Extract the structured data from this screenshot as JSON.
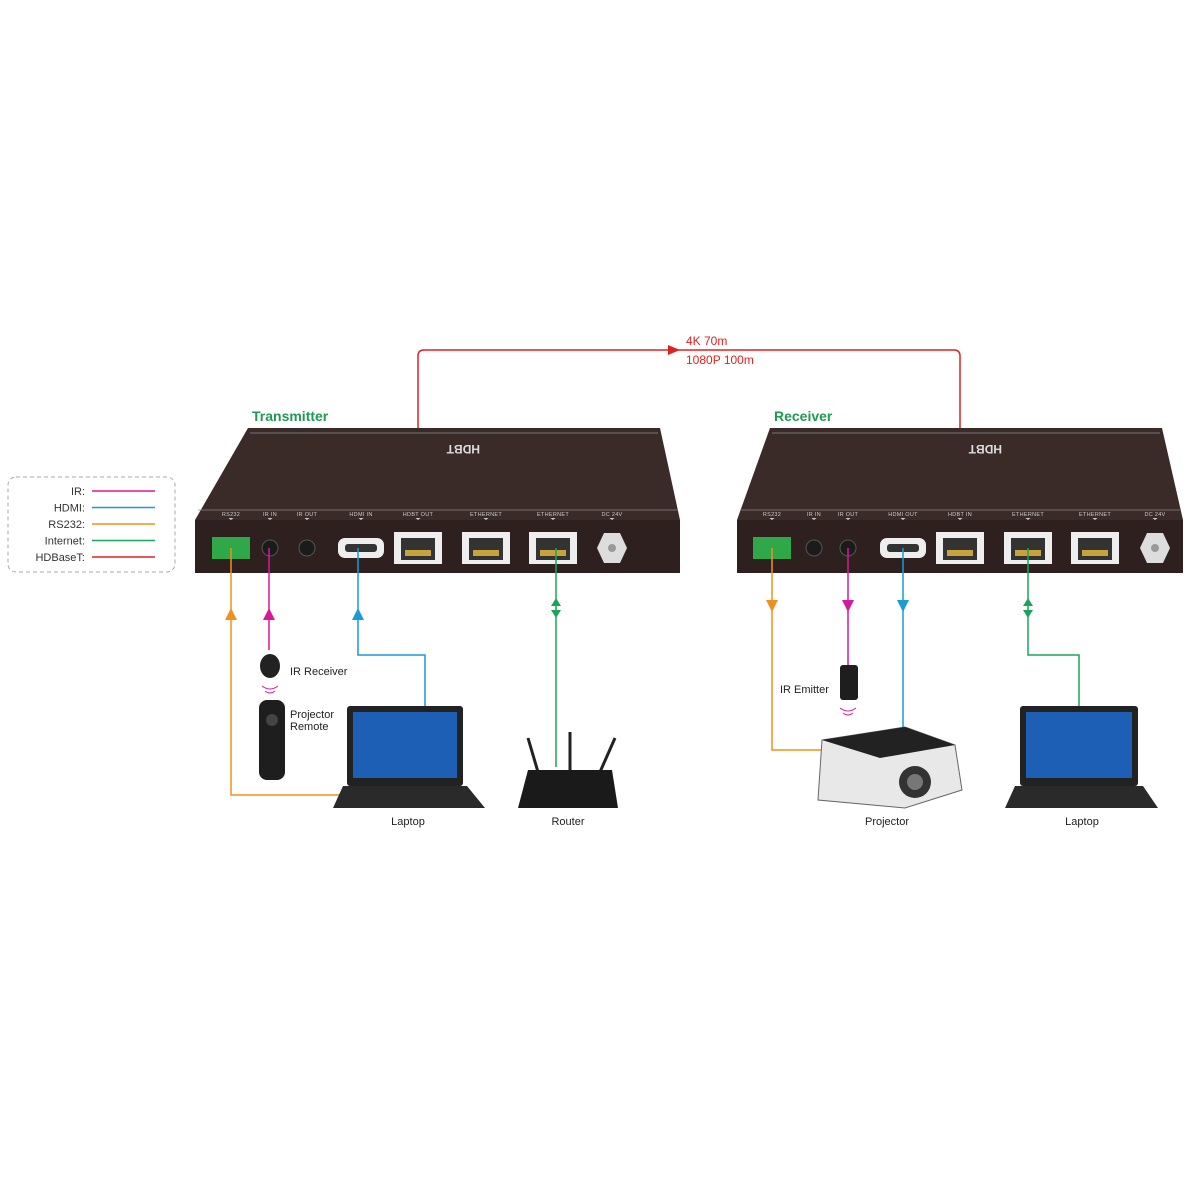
{
  "legend": {
    "items": [
      {
        "label": "IR:",
        "color": "#d6199a"
      },
      {
        "label": "HDMI:",
        "color": "#1a9ad6"
      },
      {
        "label": "RS232:",
        "color": "#f0901e"
      },
      {
        "label": "Internet:",
        "color": "#1aa65a"
      },
      {
        "label": "HDBaseT:",
        "color": "#e02020"
      }
    ]
  },
  "link": {
    "line1": "4K 70m",
    "line2": "1080P 100m"
  },
  "transmitter": {
    "title": "Transmitter",
    "logo": "HDBT",
    "ports": [
      "RS232",
      "IR IN",
      "IR OUT",
      "HDMI IN",
      "HDBT OUT",
      "ETHERNET",
      "ETHERNET",
      "DC 24V"
    ]
  },
  "receiver": {
    "title": "Receiver",
    "logo": "HDBT",
    "ports": [
      "RS232",
      "IR IN",
      "IR OUT",
      "HDMI OUT",
      "HDBT IN",
      "ETHERNET",
      "ETHERNET",
      "DC 24V"
    ]
  },
  "devices": {
    "ir_receiver": "IR Receiver",
    "remote_line1": "Projector",
    "remote_line2": "Remote",
    "laptop_tx": "Laptop",
    "router": "Router",
    "ir_emitter": "IR Emitter",
    "projector": "Projector",
    "laptop_rx": "Laptop"
  }
}
